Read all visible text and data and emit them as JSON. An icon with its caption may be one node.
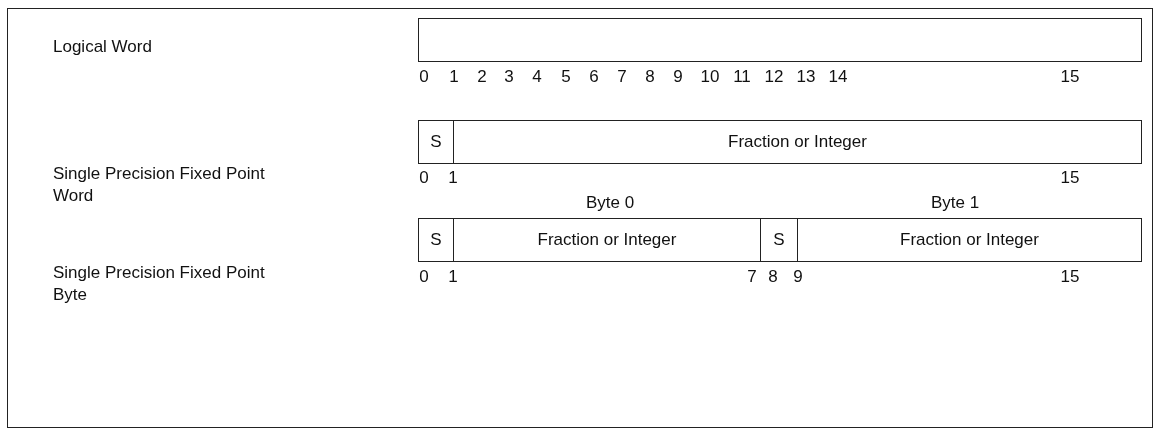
{
  "diagram": {
    "nodes": [
      {
        "text": [],
        "shape": "box"
      },
      {
        "text": [
          "S"
        ]
      },
      {
        "text": [
          "Fraction or Integer"
        ]
      },
      {
        "text": [
          "S"
        ]
      },
      {
        "text": [
          "Fraction or Integer"
        ]
      },
      {
        "text": [
          "S"
        ]
      },
      {
        "text": [
          "Fraction or Integer"
        ]
      }
    ],
    "labels": [
      "Logical Word",
      "0",
      "1",
      "2",
      "3",
      "4",
      "5",
      "6",
      "7",
      "8",
      "9",
      "10",
      "11",
      "12",
      "13",
      "14",
      "15",
      "Single Precision Fixed Point Word",
      "0",
      "1",
      "15",
      "Byte 0",
      "Byte 1",
      "Single Precision Fixed Point Byte",
      "0",
      "1",
      "7",
      "8",
      "9",
      "15"
    ]
  }
}
